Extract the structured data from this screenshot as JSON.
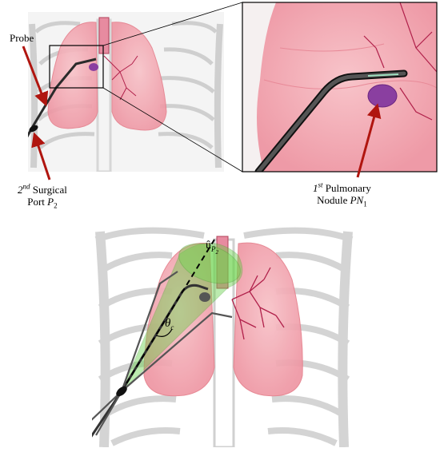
{
  "labels": {
    "probe": "Probe",
    "port_sup": "nd",
    "port_num": "2",
    "port_l1": " Surgical",
    "port_l2": "Port ",
    "port_p": "P",
    "port_sub": "2",
    "nodule_num": "1",
    "nodule_sup": "st",
    "nodule_l1": " Pulmonary",
    "nodule_l2": "Nodule ",
    "nodule_pn": "PN",
    "nodule_sub": "1",
    "cone_axis_u": "û",
    "cone_axis_p": "P",
    "cone_axis_sub": "2",
    "theta": "θ",
    "theta_sub": "c"
  },
  "colors": {
    "lung": "#f2a7b0",
    "lung_edge": "#e57f8c",
    "vessel": "#b0204a",
    "nodule": "#8a3fa0",
    "probe": "#333333",
    "arrow": "#b0150f",
    "cone": "#5fcf3f",
    "skeleton": "#c9c9c9",
    "box": "#000000"
  }
}
